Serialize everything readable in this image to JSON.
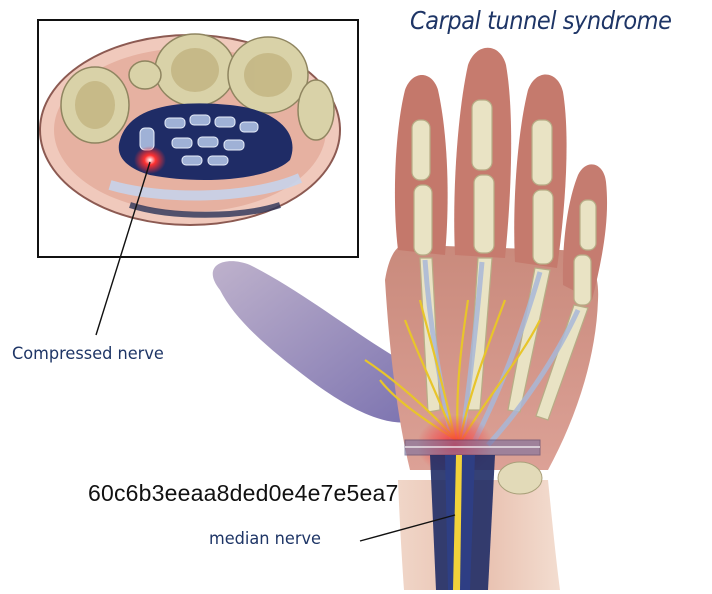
{
  "title": "Carpal tunnel syndrome",
  "labels": {
    "compressed_nerve": "Compressed nerve",
    "median_nerve": "median nerve"
  },
  "overlay_text": "60c6b3eeaa8ded0e4e7e5ea7",
  "colors": {
    "label_text": "#1e3566",
    "skin": "#d98c79",
    "tendon_sheath": "#1f2c66",
    "nerve": "#e8c52a",
    "inflammation": "#e8233a",
    "bone": "#d9d2a8"
  }
}
